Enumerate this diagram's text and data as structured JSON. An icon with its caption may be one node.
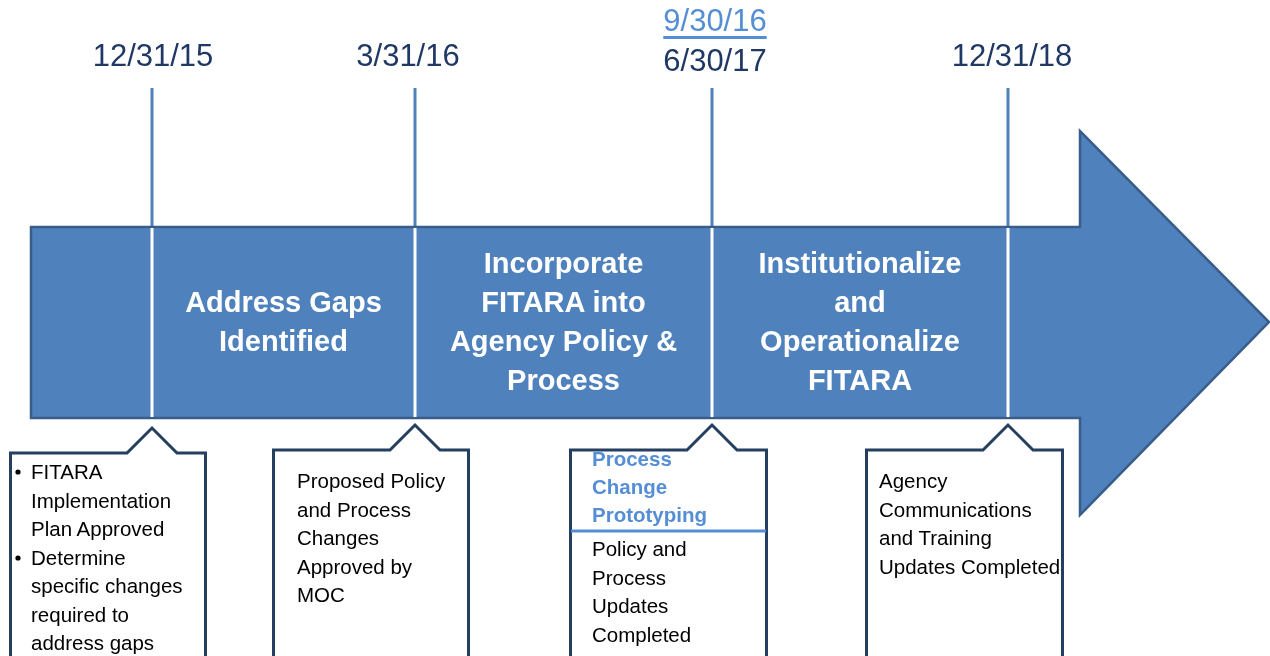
{
  "diagram": {
    "nodes": [
      {
        "text": [],
        "shape": "arrow"
      },
      {
        "text": [
          "Address Gaps Identified"
        ],
        "in": 0
      },
      {
        "text": [
          "Incorporate FITARA into Agency Policy & Process"
        ],
        "in": 0
      },
      {
        "text": [
          "Institutionalize and Operationalize FITARA"
        ],
        "in": 0
      },
      {
        "text": [
          "FITARA Implementation Plan Approved",
          "Determine specific changes required to address gaps"
        ]
      },
      {
        "text": [
          "Proposed Policy and Process Changes Approved by MOC"
        ]
      },
      {
        "text": [
          "Process Change Prototyping",
          "Policy and Process Updates Completed"
        ]
      },
      {
        "text": [
          "Agency Communications and Training Updates Completed"
        ]
      }
    ],
    "labels": [
      "12/31/15",
      "3/31/16",
      "9/30/16",
      "6/30/17",
      "12/31/18"
    ]
  }
}
